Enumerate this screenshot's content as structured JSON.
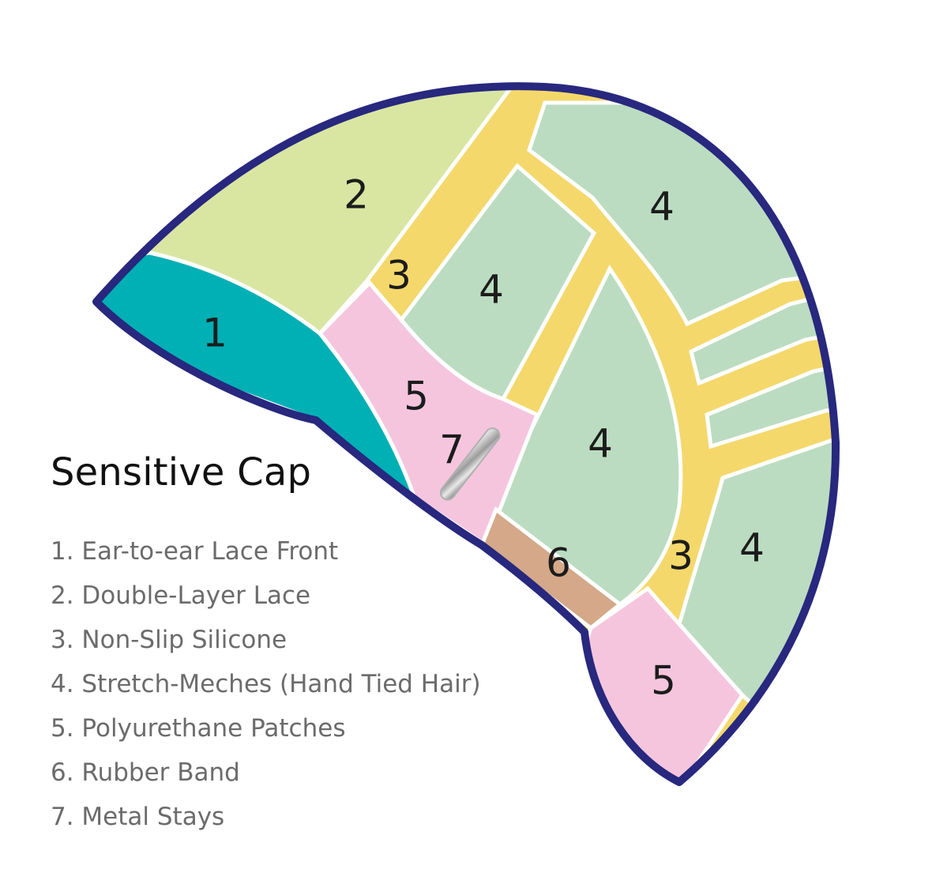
{
  "title": "Sensitive Cap",
  "zone_labels": {
    "z1": "1",
    "z2": "2",
    "z3a": "3",
    "z3b": "3",
    "z4a": "4",
    "z4b": "4",
    "z4c": "4",
    "z4d": "4",
    "z5a": "5",
    "z5b": "5",
    "z6": "6",
    "z7": "7"
  },
  "legend": [
    "1. Ear-to-ear Lace Front",
    "2. Double-Layer Lace",
    "3. Non-Slip Silicone",
    "4. Stretch-Meches (Hand Tied Hair)",
    "5. Polyurethane Patches",
    "6. Rubber Band",
    "7. Metal Stays"
  ],
  "colors": {
    "outline": "#27287e",
    "lace_front": "#00b0b5",
    "double_layer_lace": "#d9e6a2",
    "silicone": "#f4d86b",
    "stretch_meches": "#bbdcc0",
    "polyurethane": "#f5c5de",
    "rubber_band": "#d4a888",
    "divider": "#ffffff"
  }
}
